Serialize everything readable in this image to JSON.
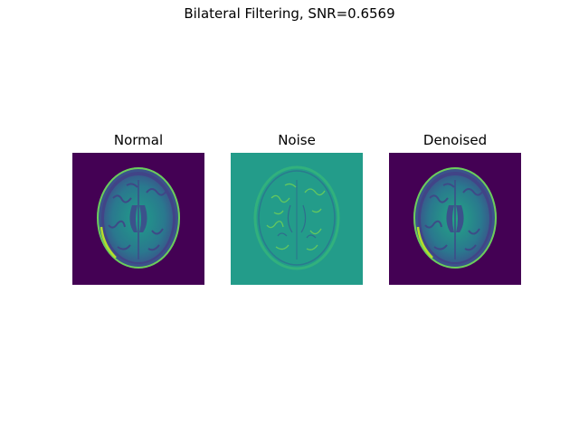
{
  "figure": {
    "title": "Bilateral Filtering, SNR=0.6569",
    "panels": [
      {
        "title": "Normal"
      },
      {
        "title": "Noise"
      },
      {
        "title": "Denoised"
      }
    ]
  },
  "colors": {
    "background_dark": "#440154",
    "mid_teal": "#1f9e89",
    "brain_matter": "#22a884",
    "ventricle": "#3b528b",
    "bright_edge": "#7ad151",
    "noise_bg": "#25a18a"
  }
}
